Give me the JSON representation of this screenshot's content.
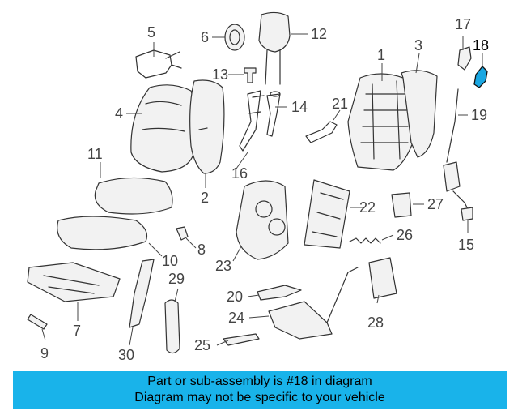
{
  "diagram": {
    "callouts": [
      {
        "id": "1",
        "label": "1"
      },
      {
        "id": "2",
        "label": "2"
      },
      {
        "id": "3",
        "label": "3"
      },
      {
        "id": "4",
        "label": "4"
      },
      {
        "id": "5",
        "label": "5"
      },
      {
        "id": "6",
        "label": "6"
      },
      {
        "id": "7",
        "label": "7"
      },
      {
        "id": "8",
        "label": "8"
      },
      {
        "id": "9",
        "label": "9"
      },
      {
        "id": "10",
        "label": "10"
      },
      {
        "id": "11",
        "label": "11"
      },
      {
        "id": "12",
        "label": "12"
      },
      {
        "id": "13",
        "label": "13"
      },
      {
        "id": "14",
        "label": "14"
      },
      {
        "id": "15",
        "label": "15"
      },
      {
        "id": "16",
        "label": "16"
      },
      {
        "id": "17",
        "label": "17"
      },
      {
        "id": "18",
        "label": "18",
        "highlighted": true
      },
      {
        "id": "19",
        "label": "19"
      },
      {
        "id": "20",
        "label": "20"
      },
      {
        "id": "21",
        "label": "21"
      },
      {
        "id": "22",
        "label": "22"
      },
      {
        "id": "23",
        "label": "23"
      },
      {
        "id": "24",
        "label": "24"
      },
      {
        "id": "25",
        "label": "25"
      },
      {
        "id": "26",
        "label": "26"
      },
      {
        "id": "27",
        "label": "27"
      },
      {
        "id": "28",
        "label": "28"
      },
      {
        "id": "29",
        "label": "29"
      },
      {
        "id": "30",
        "label": "30"
      }
    ],
    "highlight_color": "#1aa7e2"
  },
  "banner": {
    "line1": "Part or sub-assembly is #18 in diagram",
    "line2": "Diagram may not be specific to your vehicle",
    "background": "#19b3ea"
  }
}
